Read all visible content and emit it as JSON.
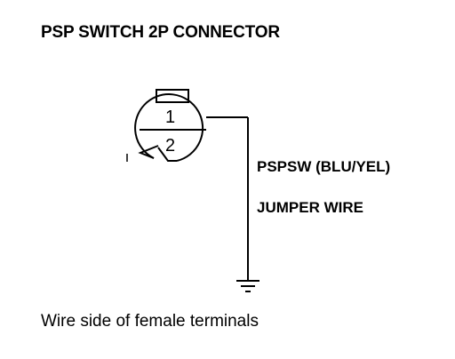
{
  "diagram": {
    "title": "PSP SWITCH 2P CONNECTOR",
    "connector": {
      "pins": [
        "1",
        "2"
      ]
    },
    "wire_label": "PSPSW (BLU/YEL)",
    "jumper_label": "JUMPER WIRE",
    "ground_symbol": "ground-icon",
    "caption": "Wire side of female terminals"
  }
}
